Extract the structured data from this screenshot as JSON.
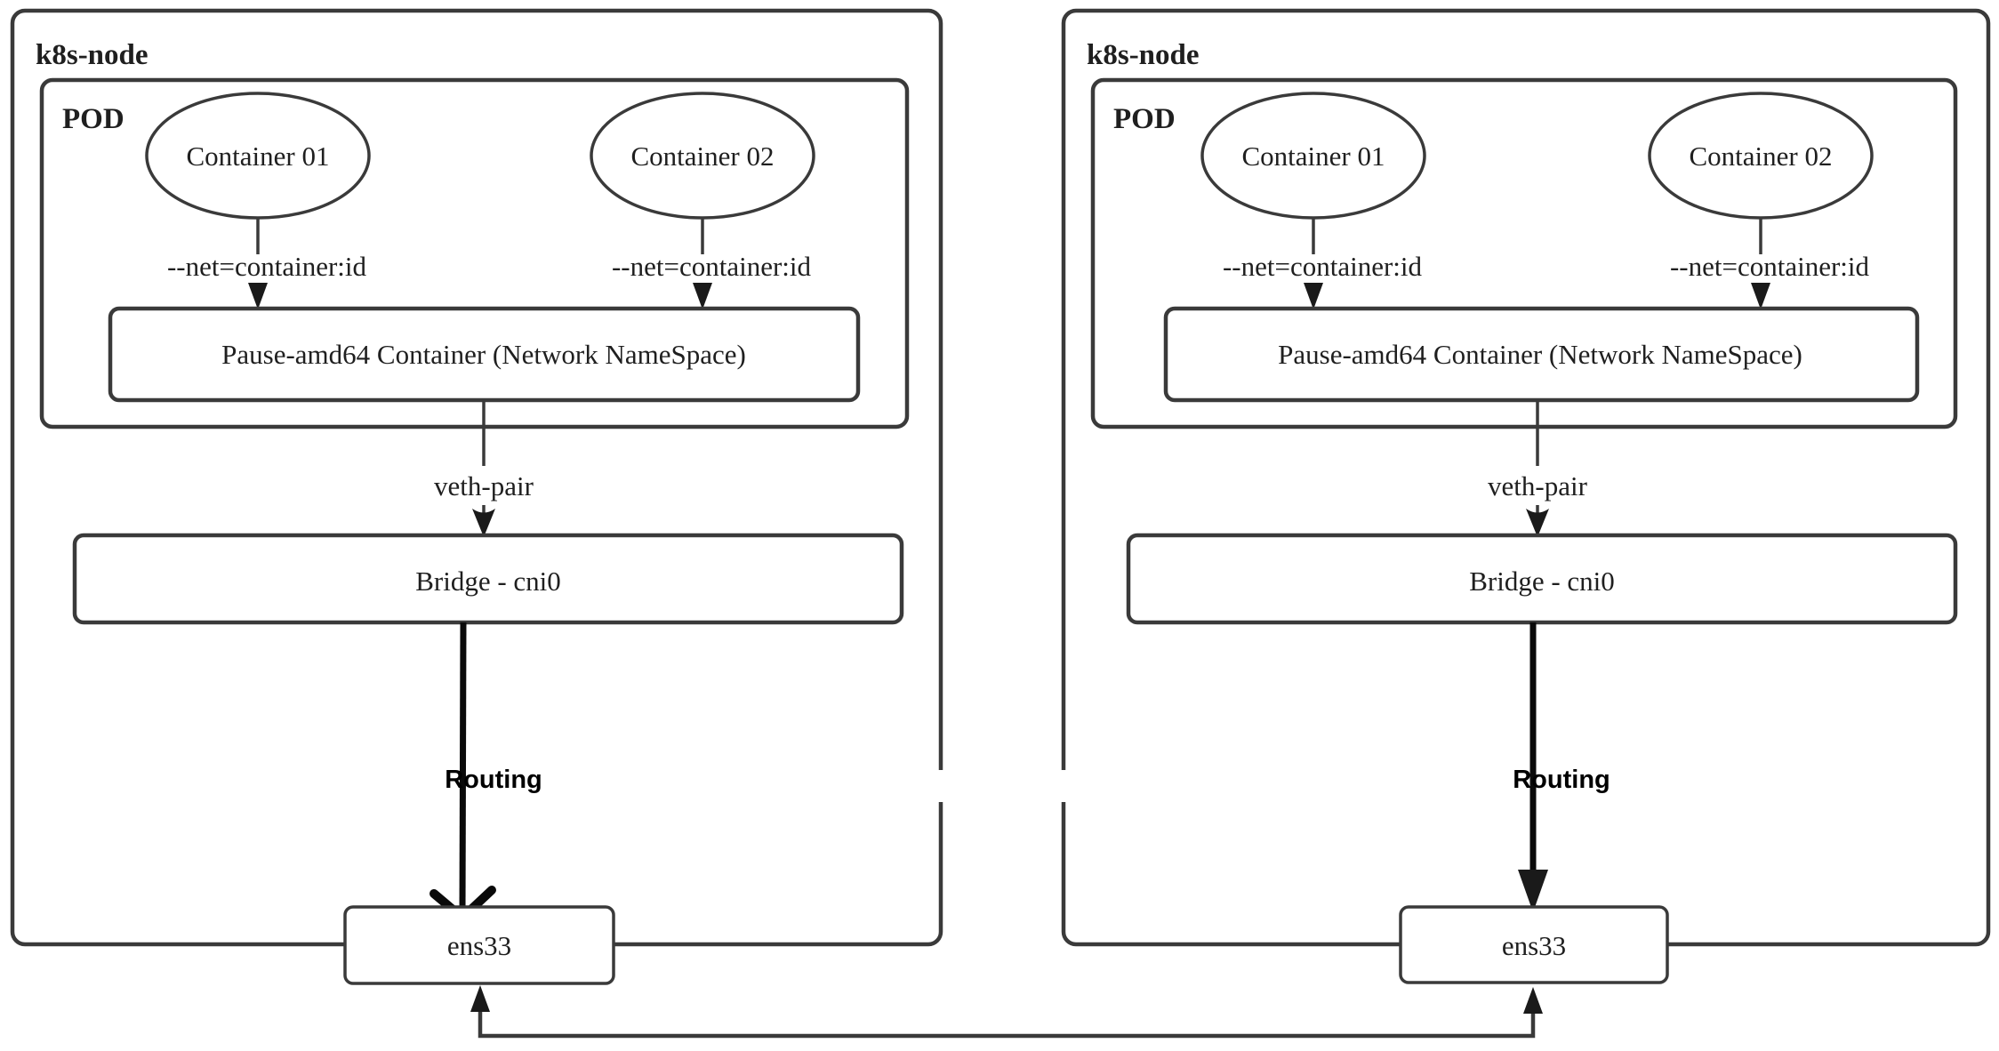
{
  "colors": {
    "background": "#ffffff",
    "line": "#3a3a3a",
    "routing_arrow": "#0a0a0a",
    "text": "#1f1f1f"
  },
  "nodes": [
    {
      "title": "k8s-node",
      "pod_label": "POD",
      "containers": [
        "Container 01",
        "Container 02"
      ],
      "net_labels": [
        "--net=container:id",
        "--net=container:id"
      ],
      "pause_label": "Pause-amd64 Container (Network NameSpace)",
      "veth_label": "veth-pair",
      "bridge_label": "Bridge - cni0",
      "routing_label": "Routing",
      "interface_label": "ens33"
    },
    {
      "title": "k8s-node",
      "pod_label": "POD",
      "containers": [
        "Container 01",
        "Container 02"
      ],
      "net_labels": [
        "--net=container:id",
        "--net=container:id"
      ],
      "pause_label": "Pause-amd64 Container (Network NameSpace)",
      "veth_label": "veth-pair",
      "bridge_label": "Bridge - cni0",
      "routing_label": "Routing",
      "interface_label": "ens33"
    }
  ]
}
